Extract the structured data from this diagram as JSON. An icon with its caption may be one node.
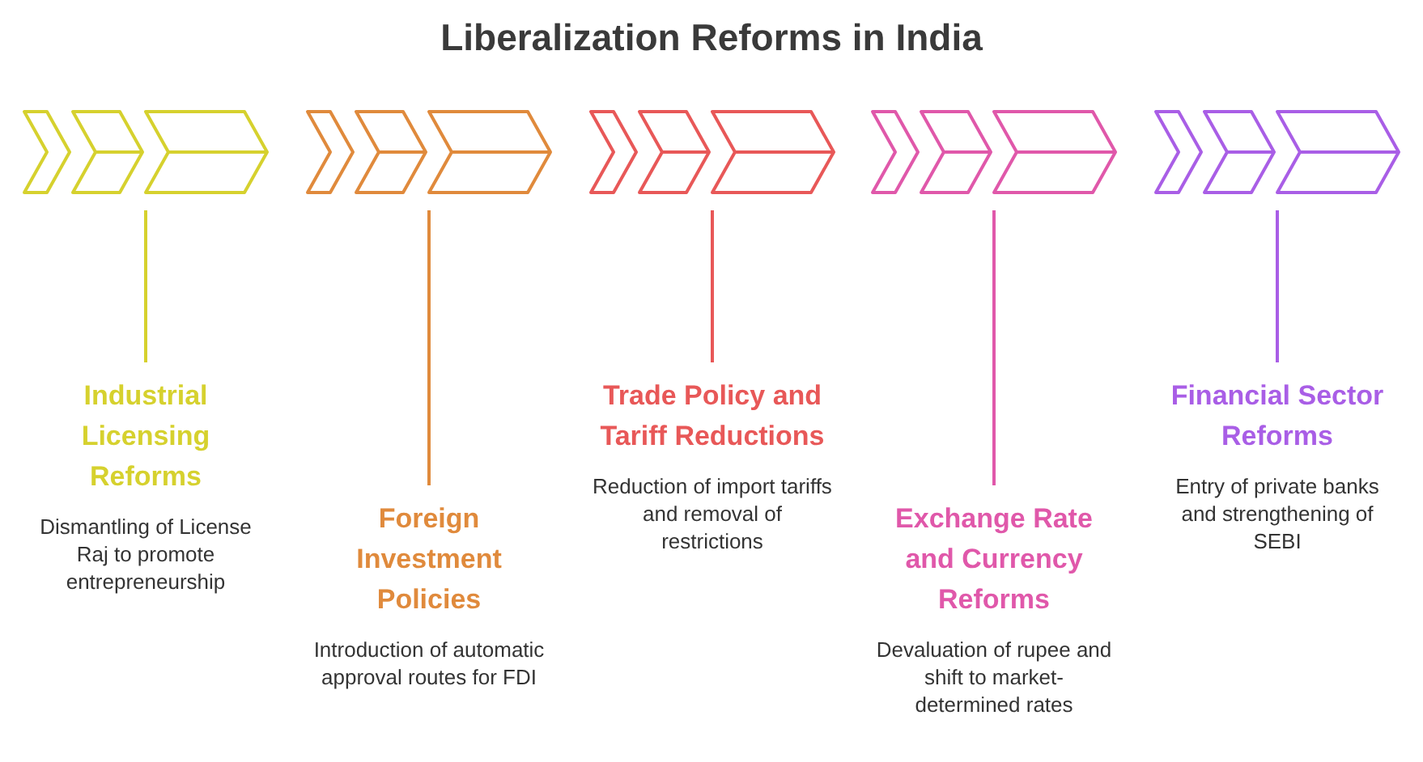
{
  "diagram": {
    "title": "Liberalization Reforms in India",
    "nodes": [
      {
        "text": [],
        "shape": "chevron"
      },
      {
        "text": [],
        "shape": "chevron"
      },
      {
        "text": [],
        "shape": "chevron"
      },
      {
        "text": [],
        "shape": "chevron"
      },
      {
        "text": [],
        "shape": "chevron"
      },
      {
        "text": [
          "Industrial Licensing Reforms",
          "Dismantling of License Raj to promote entrepreneurship"
        ]
      },
      {
        "text": [
          "Foreign Investment Policies",
          "Introduction of automatic approval routes for FDI"
        ]
      },
      {
        "text": [
          "Trade Policy and Tariff Reductions",
          "Reduction of import tariffs and removal of restrictions"
        ]
      },
      {
        "text": [
          "Exchange Rate and Currency Reforms",
          "Devaluation of rupee and shift to market-determined rates"
        ]
      },
      {
        "text": [
          "Financial Sector Reforms",
          "Entry of private banks and strengthening of SEBI"
        ]
      }
    ],
    "edges": [
      {
        "from": 0,
        "to": 5,
        "arrow": "none",
        "color": "#d6d12e"
      },
      {
        "from": 1,
        "to": 6,
        "arrow": "none",
        "color": "#e08a3c"
      },
      {
        "from": 2,
        "to": 7,
        "arrow": "none",
        "color": "#e85858"
      },
      {
        "from": 3,
        "to": 8,
        "arrow": "none",
        "color": "#e058aa"
      },
      {
        "from": 4,
        "to": 9,
        "arrow": "none",
        "color": "#a95ee6"
      }
    ]
  }
}
